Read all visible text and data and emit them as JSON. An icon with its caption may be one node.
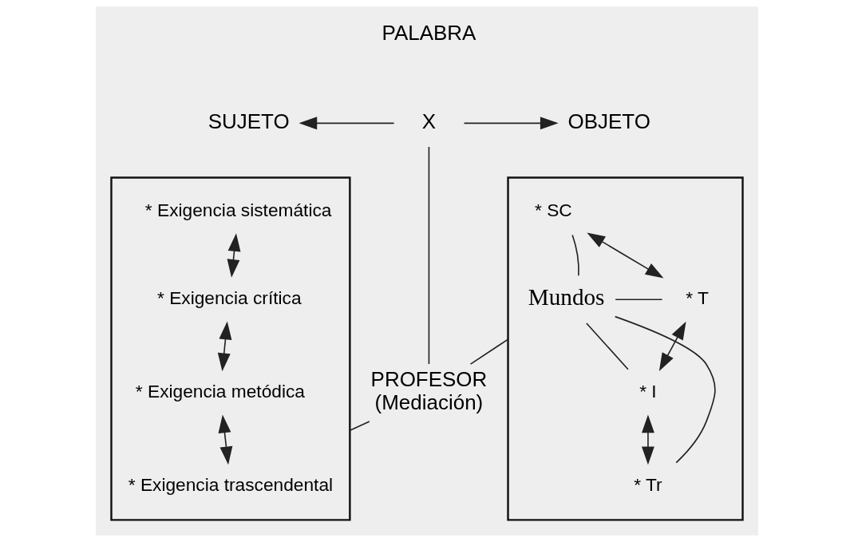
{
  "diagram": {
    "nodes": [
      {
        "text": [
          "X"
        ]
      },
      {
        "text": [
          "SUJETO"
        ]
      },
      {
        "text": [
          "OBJETO"
        ]
      },
      {
        "text": [],
        "shape": "box"
      },
      {
        "text": [
          "* Exigencia sistemática"
        ],
        "in": 3
      },
      {
        "text": [
          "* Exigencia crítica"
        ],
        "in": 3
      },
      {
        "text": [
          "* Exigencia metódica"
        ],
        "in": 3
      },
      {
        "text": [
          "* Exigencia trascendental"
        ],
        "in": 3
      },
      {
        "text": [],
        "shape": "box"
      },
      {
        "text": [
          "* SC"
        ],
        "in": 8
      },
      {
        "text": [
          "* T"
        ],
        "in": 8
      },
      {
        "text": [
          "* I"
        ],
        "in": 8
      },
      {
        "text": [
          "* Tr"
        ],
        "in": 8
      },
      {
        "text": [
          "Mundos"
        ],
        "in": 8
      },
      {
        "text": [
          "PROFESOR",
          "(Mediación)"
        ]
      }
    ],
    "edges": [
      {
        "from": 0,
        "to": 1,
        "arrow": "to"
      },
      {
        "from": 0,
        "to": 2,
        "arrow": "to"
      },
      {
        "from": 0,
        "to": 14,
        "arrow": "none"
      },
      {
        "from": 4,
        "to": 5,
        "arrow": "both"
      },
      {
        "from": 5,
        "to": 6,
        "arrow": "both"
      },
      {
        "from": 6,
        "to": 7,
        "arrow": "both"
      },
      {
        "from": 9,
        "to": 10,
        "arrow": "both"
      },
      {
        "from": 10,
        "to": 11,
        "arrow": "both"
      },
      {
        "from": 11,
        "to": 12,
        "arrow": "both"
      },
      {
        "from": 9,
        "to": 13,
        "arrow": "none"
      },
      {
        "from": 10,
        "to": 13,
        "arrow": "none"
      },
      {
        "from": 11,
        "to": 13,
        "arrow": "none"
      },
      {
        "from": 12,
        "to": 13,
        "arrow": "none"
      },
      {
        "from": 14,
        "to": 3,
        "arrow": "none"
      },
      {
        "from": 14,
        "to": 8,
        "arrow": "none"
      }
    ],
    "labels": [
      "PALABRA"
    ]
  }
}
